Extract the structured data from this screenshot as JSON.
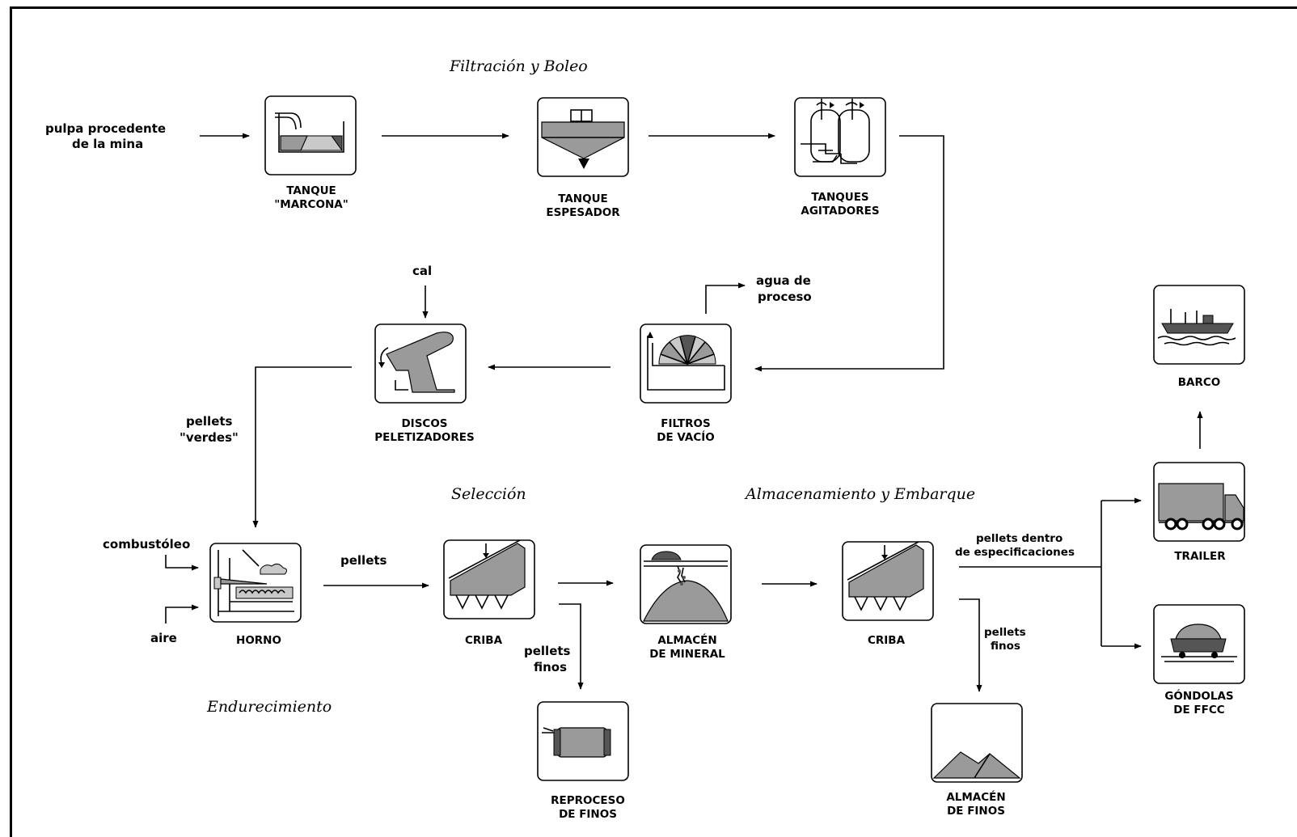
{
  "sections": {
    "filtracion": "Filtración y Boleo",
    "seleccion": "Selección",
    "almacenamiento": "Almacenamiento  y Embarque",
    "endurecimiento": "Endurecimiento"
  },
  "inputs": {
    "pulpa_line1": "pulpa procedente",
    "pulpa_line2": "de la mina",
    "cal": "cal",
    "agua_line1": "agua de",
    "agua_line2": "proceso",
    "combustoleo": "combustóleo",
    "aire": "aire"
  },
  "flow_labels": {
    "pellets_verdes_line1": "pellets",
    "pellets_verdes_line2": "\"verdes\"",
    "pellets": "pellets",
    "pellets_finos_1_line1": "pellets",
    "pellets_finos_1_line2": "finos",
    "pellets_finos_2_line1": "pellets",
    "pellets_finos_2_line2": "finos",
    "dentro_line1": "pellets dentro",
    "dentro_line2": "de especificaciones"
  },
  "units": {
    "tanque_marcona": [
      "TANQUE",
      "\"MARCONA\""
    ],
    "tanque_espesador": [
      "TANQUE",
      "ESPESADOR"
    ],
    "tanques_agitadores": [
      "TANQUES",
      "AGITADORES"
    ],
    "filtros_vacio": [
      "FILTROS",
      "DE  VACÍO"
    ],
    "discos_peletizadores": [
      "DISCOS",
      "PELETIZADORES"
    ],
    "horno": [
      "HORNO"
    ],
    "criba_1": [
      "CRIBA"
    ],
    "almacen_mineral": [
      "ALMACÉN",
      "DE MINERAL"
    ],
    "criba_2": [
      "CRIBA"
    ],
    "reproceso_finos": [
      "REPROCESO",
      "DE FINOS"
    ],
    "almacen_finos": [
      "ALMACÉN",
      "DE FINOS"
    ],
    "barco": [
      "BARCO"
    ],
    "trailer": [
      "TRAILER"
    ],
    "gondolas": [
      "GÓNDOLAS",
      "DE  FFCC"
    ]
  },
  "colors": {
    "line": "#000000",
    "fill_gray": "#9a9a9a",
    "fill_light": "#c9c9c9"
  }
}
